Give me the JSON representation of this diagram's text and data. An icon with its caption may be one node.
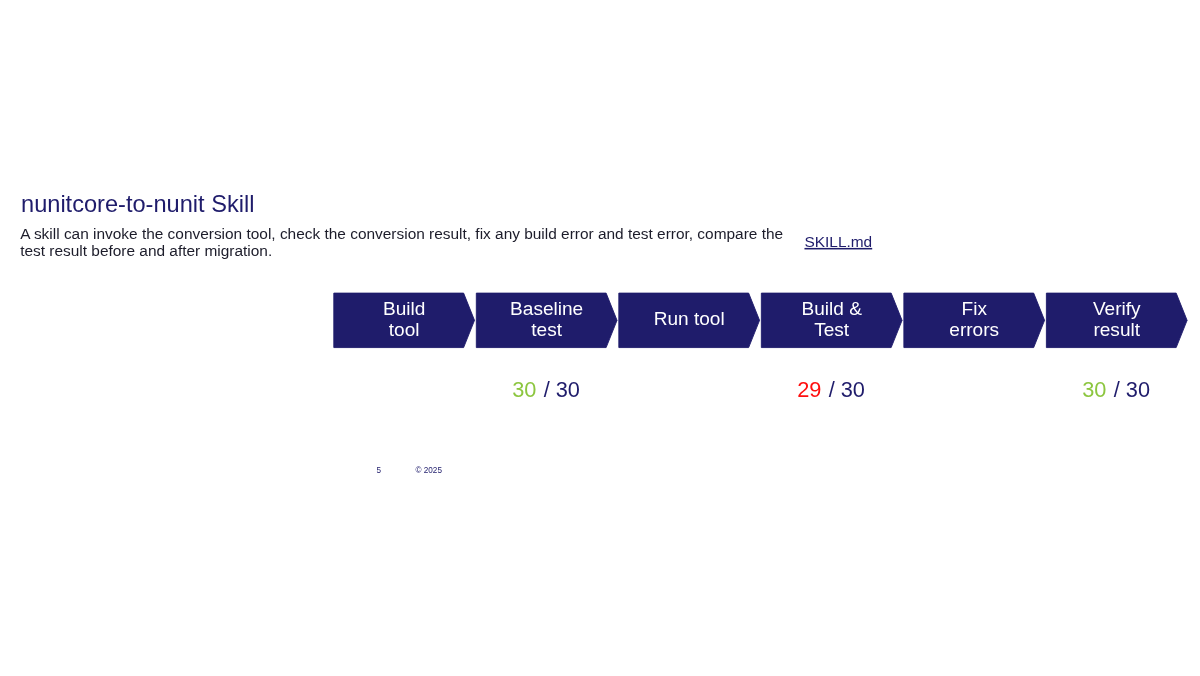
{
  "diagram": {
    "title": "nunitcore-to-nunit Skill",
    "nodes": [
      {
        "text": [
          "Build tool"
        ]
      },
      {
        "text": [
          "Baseline test"
        ],
        "beside": [
          "30 / 30"
        ]
      },
      {
        "text": [
          "Run tool"
        ]
      },
      {
        "text": [
          "Build & Test"
        ],
        "beside": [
          "29 / 30"
        ]
      },
      {
        "text": [
          "Fix errors"
        ]
      },
      {
        "text": [
          "Verify result"
        ],
        "beside": [
          "30 / 30"
        ]
      }
    ],
    "labels": [
      "A skill can invoke the conversion tool, check the conversion result, fix any build error and test error, compare the test result before and after migration.",
      "SKILL.md",
      "5",
      "© 2025"
    ]
  }
}
